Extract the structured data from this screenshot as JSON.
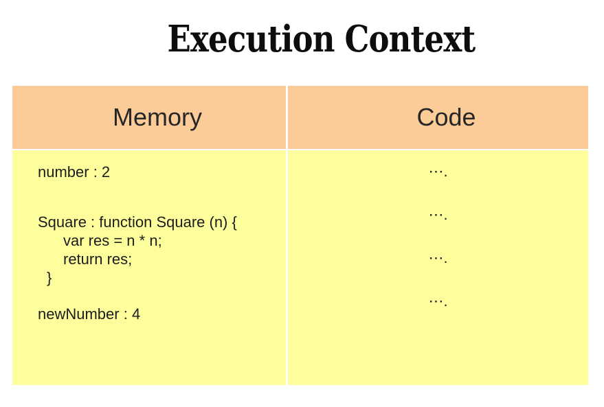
{
  "title": "Execution Context",
  "table": {
    "headers": {
      "memory": "Memory",
      "code": "Code"
    },
    "memory": {
      "lines": [
        "number : 2",
        "Square : function Square (n) {",
        "var res = n * n;",
        "return res;",
        "}",
        "newNumber : 4"
      ]
    },
    "code": {
      "lines": [
        "⋯.",
        "⋯.",
        "⋯.",
        "⋯."
      ]
    }
  },
  "colors": {
    "header_bg": "#FBCB98",
    "body_bg": "#FFFE9D",
    "divider": "#FFFFFF",
    "text": "#1C1C1C",
    "title_text": "#0D0D0D"
  }
}
